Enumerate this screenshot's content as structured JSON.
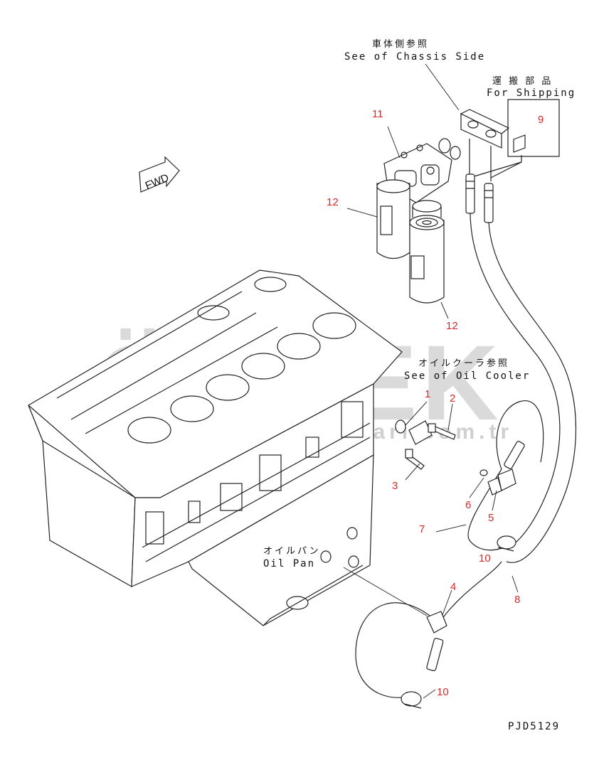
{
  "colors": {
    "callout": "#d42a2a",
    "line": "#222222",
    "watermark": "#c9c9c9",
    "watermark_accent": "#f2d36b"
  },
  "labels": {
    "chassis_jp": "車体側参照",
    "chassis_en": "See of Chassis Side",
    "shipping_jp": "運 搬 部 品",
    "shipping_en": "For Shipping",
    "fwd": "FWD",
    "oil_cooler_jp": "オイルクーラ参照",
    "oil_cooler_en": "See of Oil Cooler",
    "oil_pan_jp": "オイルパン",
    "oil_pan_en": "Oil Pan",
    "drawing_code": "PJD5129"
  },
  "callouts": {
    "c1": "1",
    "c2": "2",
    "c3": "3",
    "c4": "4",
    "c5": "5",
    "c6": "6",
    "c7": "7",
    "c8": "8",
    "c9": "9",
    "c10a": "10",
    "c10b": "10",
    "c11": "11",
    "c12a": "12",
    "c12b": "12"
  },
  "watermark": {
    "brand": "ÖRNEK",
    "url": "www.ornekismakinalari.com.tr"
  }
}
